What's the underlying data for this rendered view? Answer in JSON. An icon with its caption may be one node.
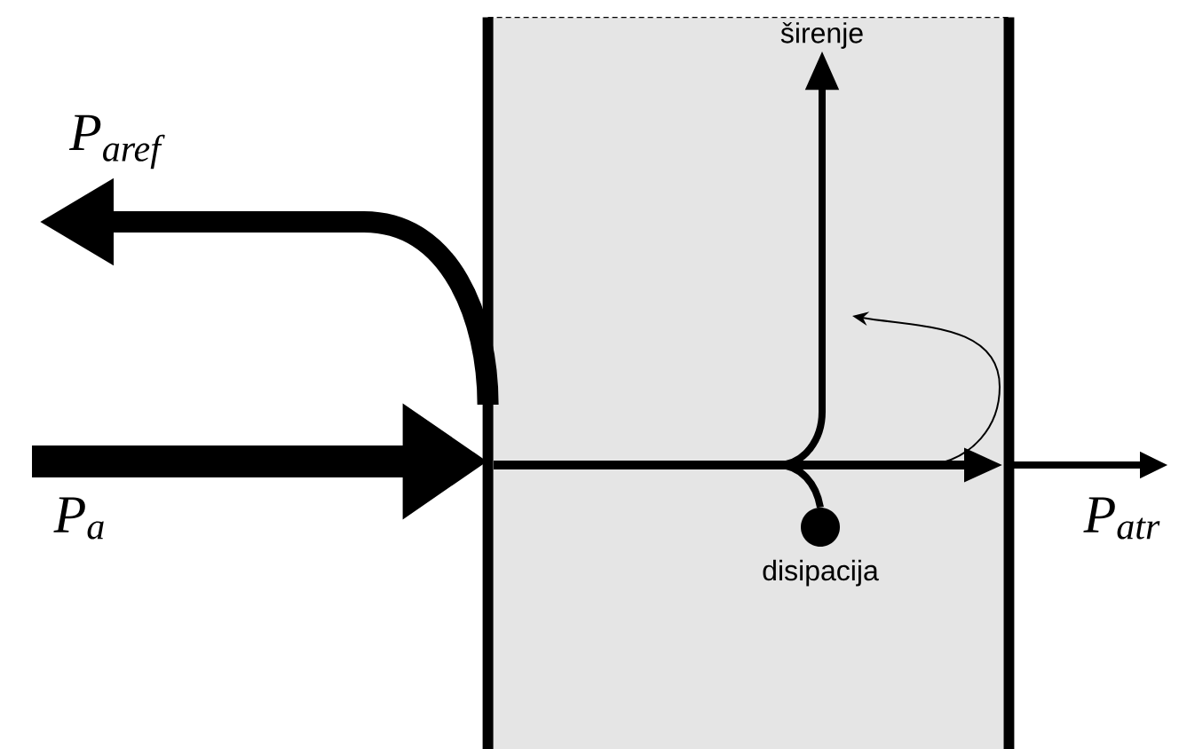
{
  "diagram": {
    "nodes": [
      {
        "text": [],
        "shape": "box"
      },
      {
        "text": [
          "širenje"
        ],
        "in": 0
      },
      {
        "text": [],
        "shape": "circle",
        "in": 0,
        "beside": [
          "disipacija"
        ]
      }
    ],
    "edges": [
      {
        "from": null,
        "to": 0,
        "arrow": "to",
        "label": "P$_{a}$",
        "style": "thick"
      },
      {
        "from": 0,
        "to": null,
        "arrow": "to",
        "label": "P$_{aref}$",
        "style": "thick"
      },
      {
        "from": 0,
        "to": null,
        "arrow": "to",
        "label": "P$_{atr}$"
      },
      {
        "from": null,
        "to": 1,
        "arrow": "to"
      },
      {
        "from": null,
        "to": 2,
        "arrow": "none"
      }
    ]
  }
}
